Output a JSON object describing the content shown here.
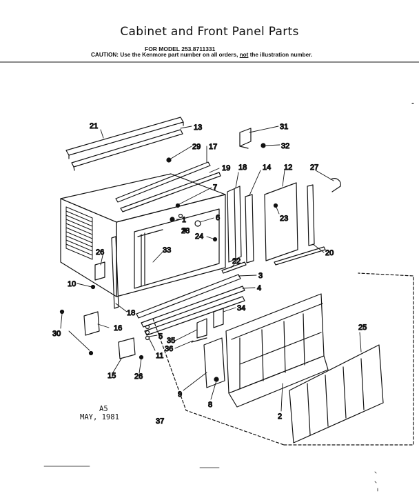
{
  "header": {
    "title": "Cabinet and Front Panel Parts",
    "model_prefix": "FOR MODEL",
    "model_number": "253.8711331",
    "caution_prefix": "CAUTION:",
    "caution_text": "Use the Kenmore part number on all orders,",
    "caution_not": "not",
    "caution_suffix": "the illustration number."
  },
  "footer": {
    "code": "A5",
    "date": "MAY, 1981"
  },
  "callouts": [
    "21",
    "13",
    "31",
    "32",
    "29",
    "17",
    "19",
    "18",
    "14",
    "12",
    "27",
    "7",
    "6",
    "1",
    "28",
    "24",
    "23",
    "33",
    "26",
    "22",
    "3",
    "4",
    "20",
    "10",
    "34",
    "18",
    "16",
    "30",
    "5",
    "35",
    "36",
    "11",
    "15",
    "26",
    "9",
    "8",
    "25",
    "2",
    "37"
  ]
}
